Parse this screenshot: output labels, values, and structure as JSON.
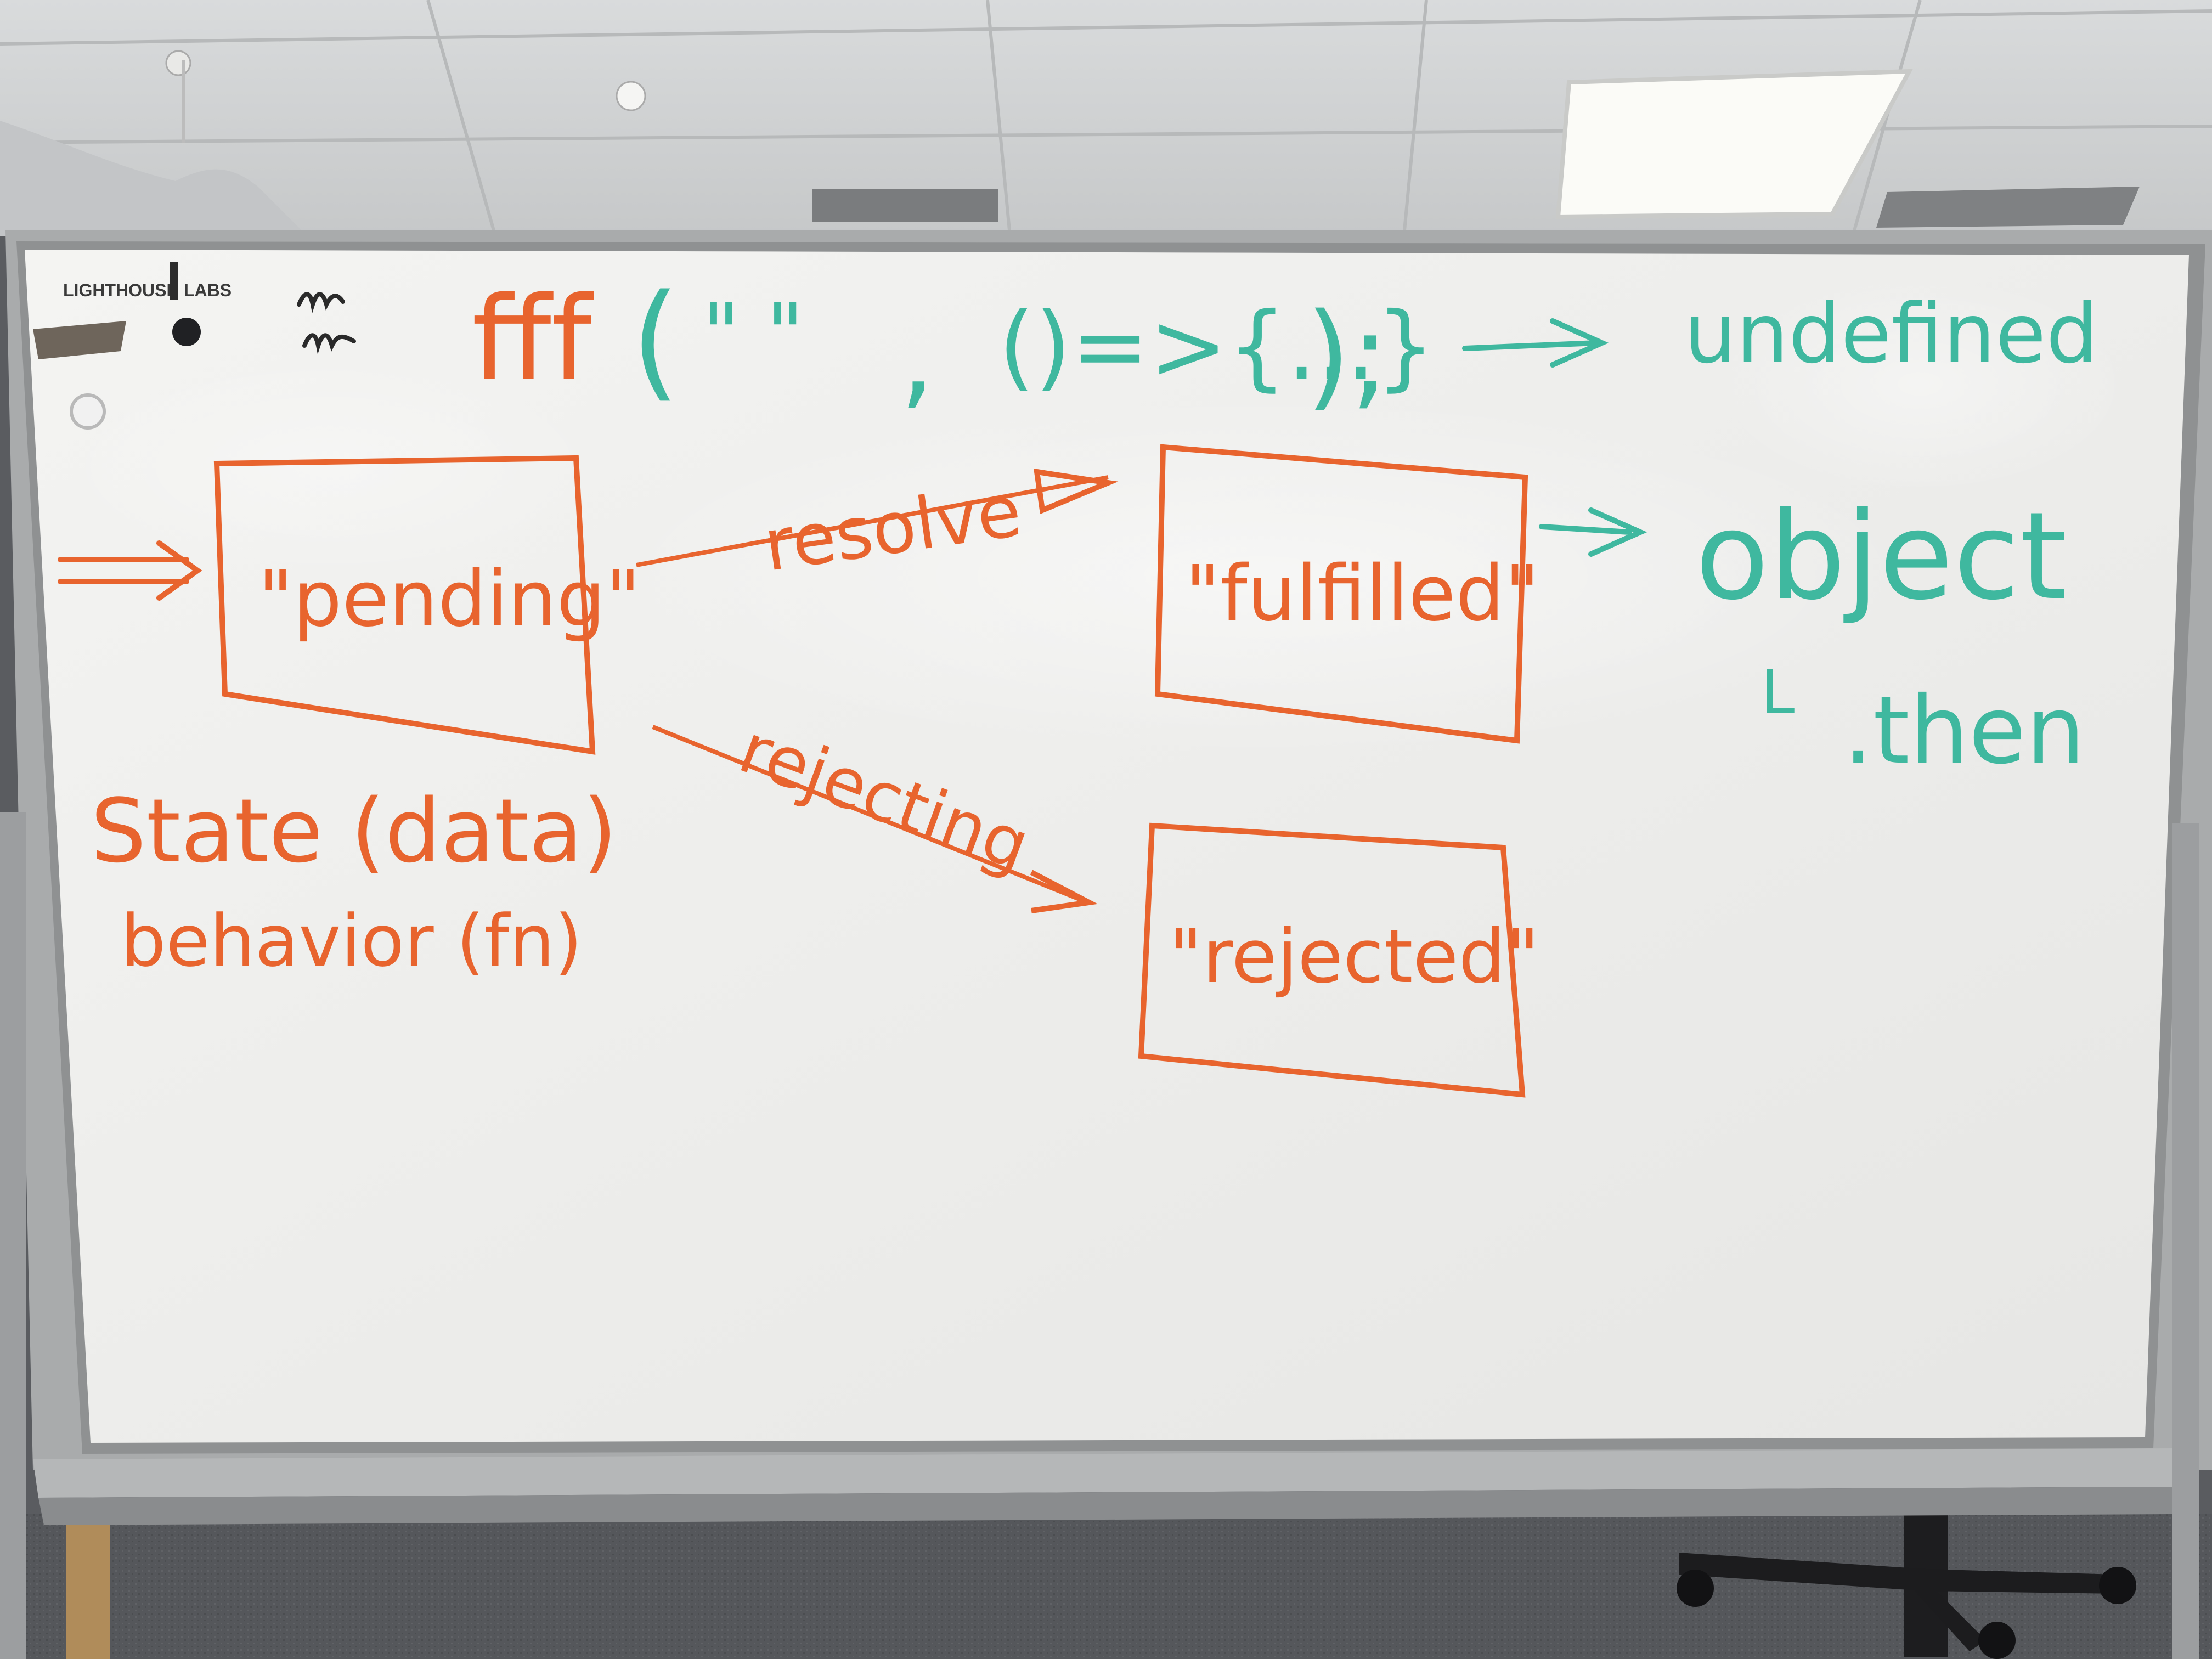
{
  "brand": {
    "left": "LIGHTHOUSE",
    "right": "LABS"
  },
  "whiteboard": {
    "code_line": {
      "fn": "fff",
      "open": "(",
      "string_arg": "\"   \"",
      "comma": ",",
      "callback": "()=>{...}",
      "close": ");",
      "result": "undefined"
    },
    "states": {
      "pending": "\"pending\"",
      "fulfilled": "\"fulfilled\"",
      "rejected": "\"rejected\""
    },
    "transitions": {
      "resolve": "resolve",
      "rejecting": "rejecting"
    },
    "notes": {
      "state": "State (data)",
      "behavior": "behavior (fn)"
    },
    "promise_result": {
      "object": "object",
      "then": ".then",
      "corner": "L"
    }
  },
  "colors": {
    "orange_marker": "#e8642e",
    "teal_marker": "#3fb89f",
    "black_marker": "#2a2a2a",
    "board": "#f2f2f0"
  }
}
